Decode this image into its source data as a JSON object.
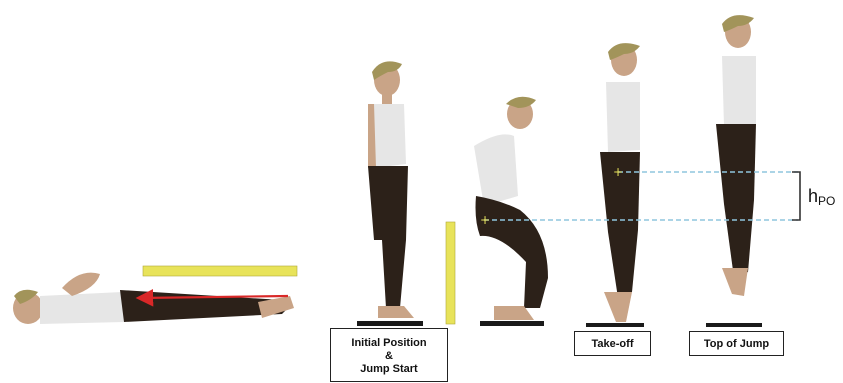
{
  "labels": {
    "initial_line1": "Initial Position",
    "initial_line2": "&",
    "initial_line3": "Jump Start",
    "takeoff": "Take-off",
    "top_of_jump": "Top of Jump"
  },
  "height_label": {
    "symbol": "h",
    "subscript": "PO"
  },
  "colors": {
    "skin": "#c9a487",
    "shirt": "#e6e6e6",
    "pants": "#2c2119",
    "hair": "#a2945a",
    "ruler": "#e8e35a",
    "arrow": "#d92828",
    "guide_line": "#8fc6dd",
    "platform": "#1a1a1a"
  }
}
